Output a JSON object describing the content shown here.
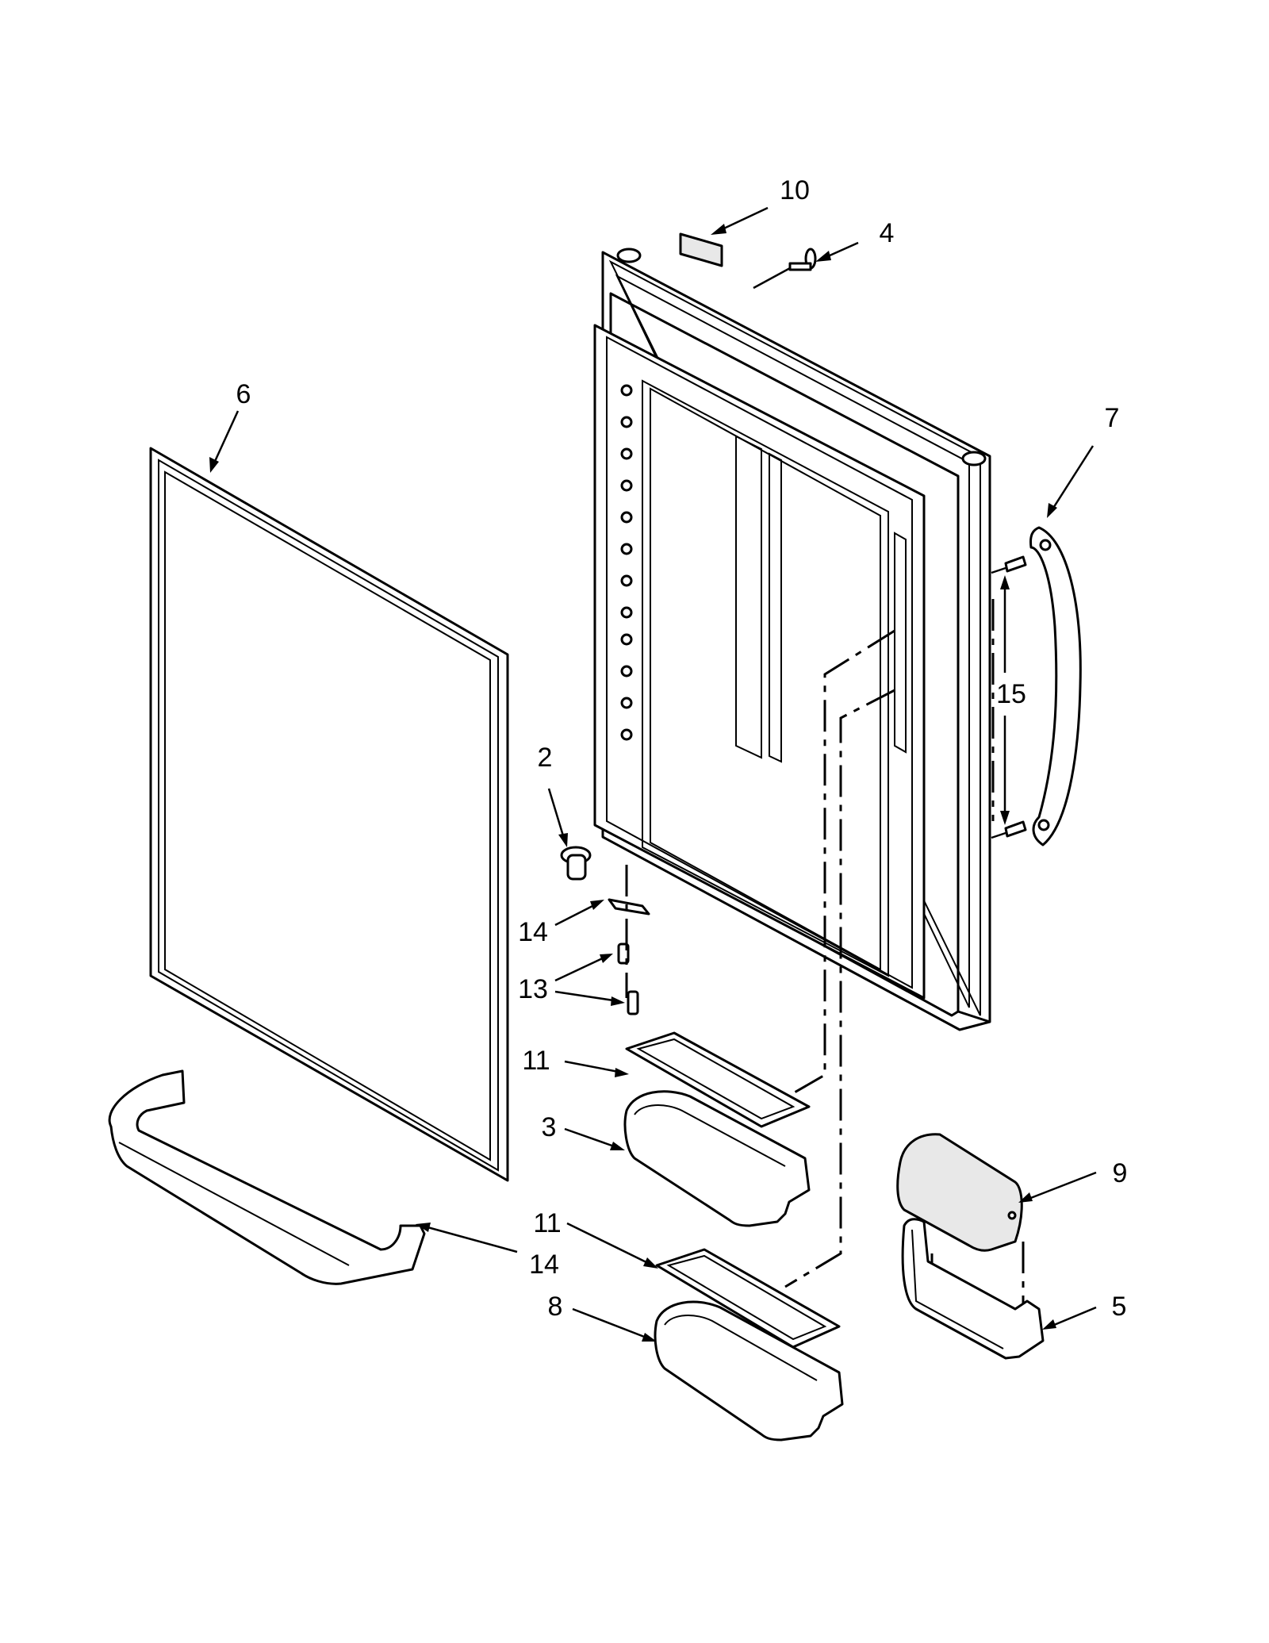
{
  "diagram": {
    "callouts": [
      {
        "id": "c10",
        "label": "10"
      },
      {
        "id": "c4",
        "label": "4"
      },
      {
        "id": "c6",
        "label": "6"
      },
      {
        "id": "c7",
        "label": "7"
      },
      {
        "id": "c15",
        "label": "15"
      },
      {
        "id": "c2",
        "label": "2"
      },
      {
        "id": "c14a",
        "label": "14"
      },
      {
        "id": "c13",
        "label": "13"
      },
      {
        "id": "c11a",
        "label": "11"
      },
      {
        "id": "c3",
        "label": "3"
      },
      {
        "id": "c9",
        "label": "9"
      },
      {
        "id": "c11b",
        "label": "11"
      },
      {
        "id": "c14b",
        "label": "14"
      },
      {
        "id": "c8",
        "label": "8"
      },
      {
        "id": "c5",
        "label": "5"
      }
    ]
  },
  "colors": {
    "line": "#000000",
    "background": "#ffffff",
    "shade": "#e8e8e8"
  }
}
